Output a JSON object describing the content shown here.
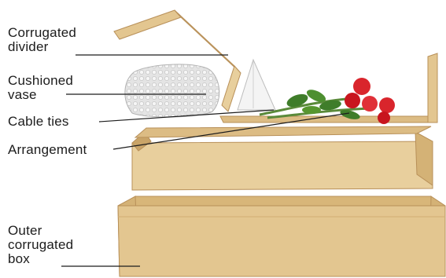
{
  "labels": {
    "divider": [
      "Corrugated",
      "divider"
    ],
    "vase": [
      "Cushioned",
      "vase"
    ],
    "ties": [
      "Cable ties"
    ],
    "arrangement": [
      "Arrangement"
    ],
    "box": [
      "Outer",
      "corrugated",
      "box"
    ]
  },
  "colors": {
    "cardboard_light": "#e8cf9d",
    "cardboard_mid": "#dcbc84",
    "cardboard_dark": "#c9a468",
    "cardboard_edge": "#b89059",
    "bubble_wrap": "#dcdcdc",
    "rose_red": "#d9252c",
    "leaf_green": "#3f7d2a",
    "leader_line": "#1c1c1c"
  }
}
